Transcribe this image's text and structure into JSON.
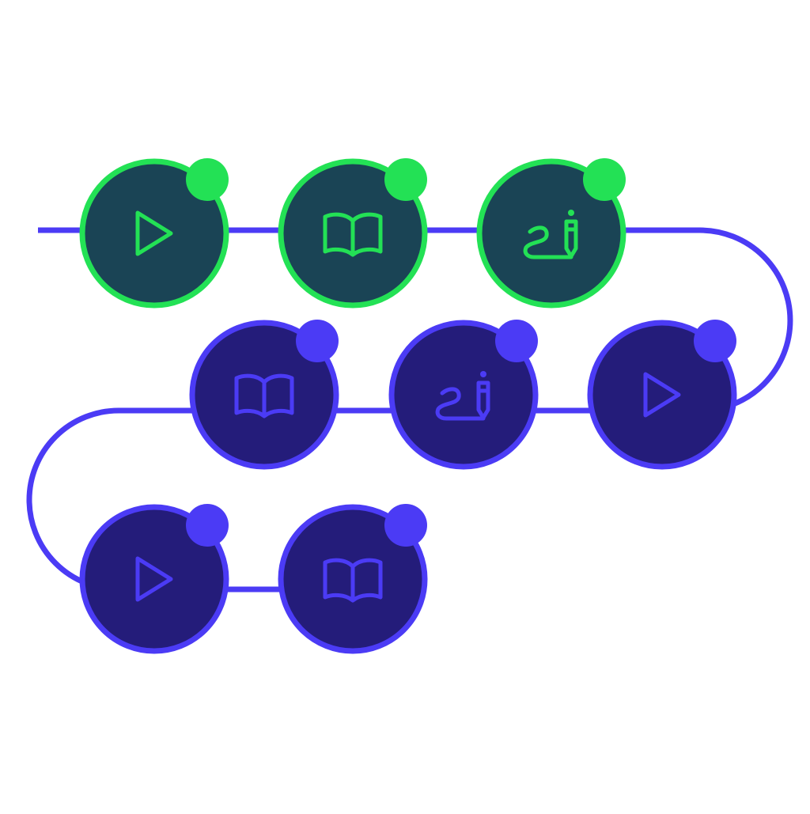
{
  "colors": {
    "background": "#ffffff",
    "path_line": "#4B3BF5",
    "completed_fill": "#1A4455",
    "completed_stroke": "#23E155",
    "pending_fill": "#241C7A",
    "pending_stroke": "#4B3BF5"
  },
  "steps": [
    {
      "icon": "play-icon",
      "status": "completed"
    },
    {
      "icon": "book-icon",
      "status": "completed"
    },
    {
      "icon": "writing-icon",
      "status": "completed"
    },
    {
      "icon": "play-icon",
      "status": "pending"
    },
    {
      "icon": "writing-icon",
      "status": "pending"
    },
    {
      "icon": "book-icon",
      "status": "pending"
    },
    {
      "icon": "play-icon",
      "status": "pending"
    },
    {
      "icon": "book-icon",
      "status": "pending"
    }
  ]
}
